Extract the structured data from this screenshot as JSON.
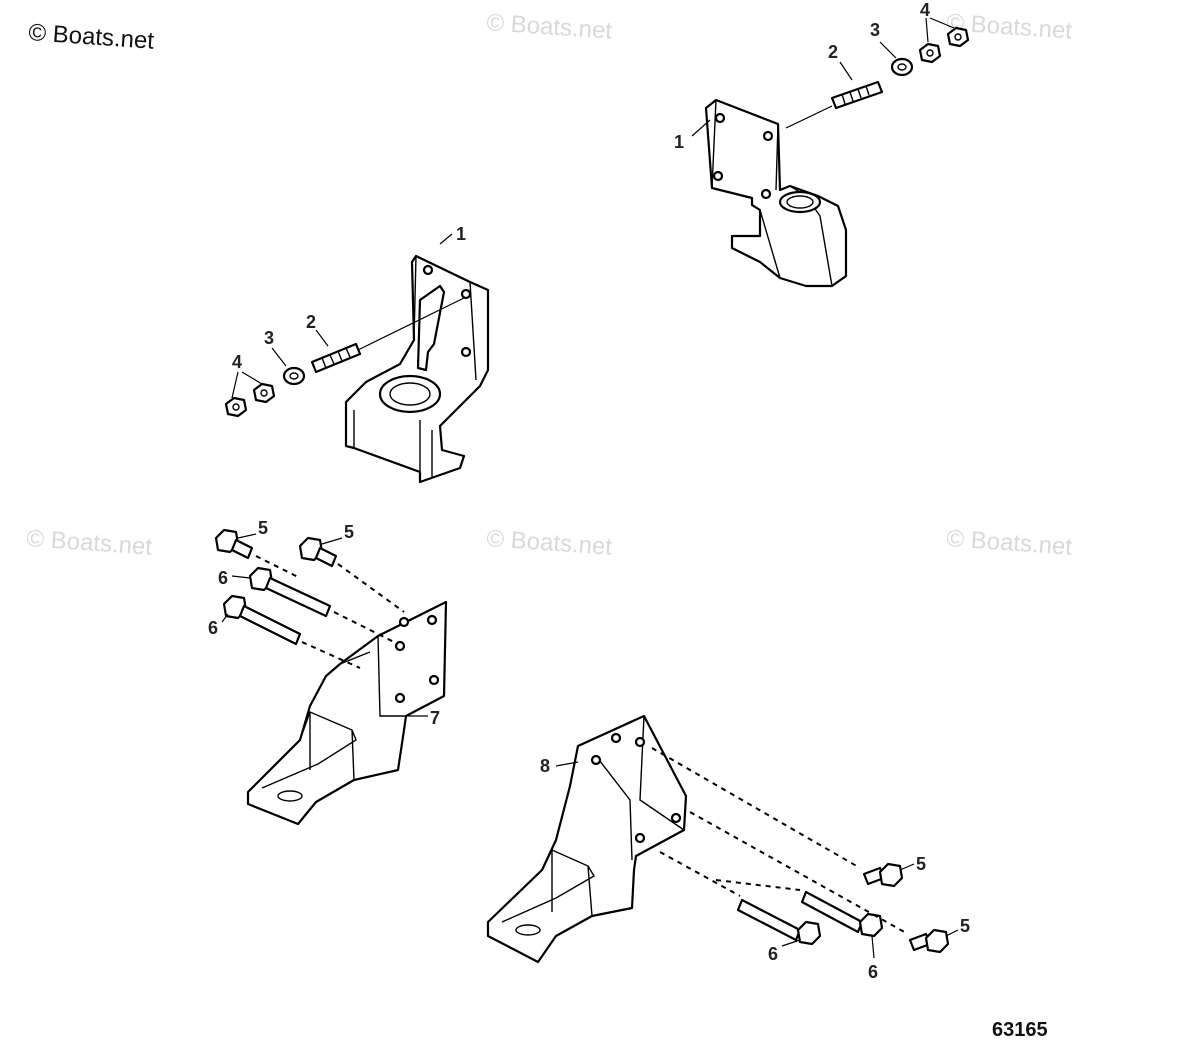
{
  "watermarks": {
    "main": "© Boats.net",
    "faint": "© Boats.net"
  },
  "labels": {
    "upper_right": {
      "bracket": "1",
      "stud": "2",
      "washer": "3",
      "nut": "4"
    },
    "upper_left": {
      "bracket": "1",
      "stud": "2",
      "washer": "3",
      "nut": "4"
    },
    "lower_left": {
      "screw_a": "5",
      "screw_b": "5",
      "bolt_a": "6",
      "bolt_b": "6",
      "bracket": "7"
    },
    "lower_right": {
      "bracket": "8",
      "screw_a": "5",
      "screw_b": "5",
      "bolt_a": "6",
      "bolt_b": "6"
    }
  },
  "figure_number": "63165"
}
